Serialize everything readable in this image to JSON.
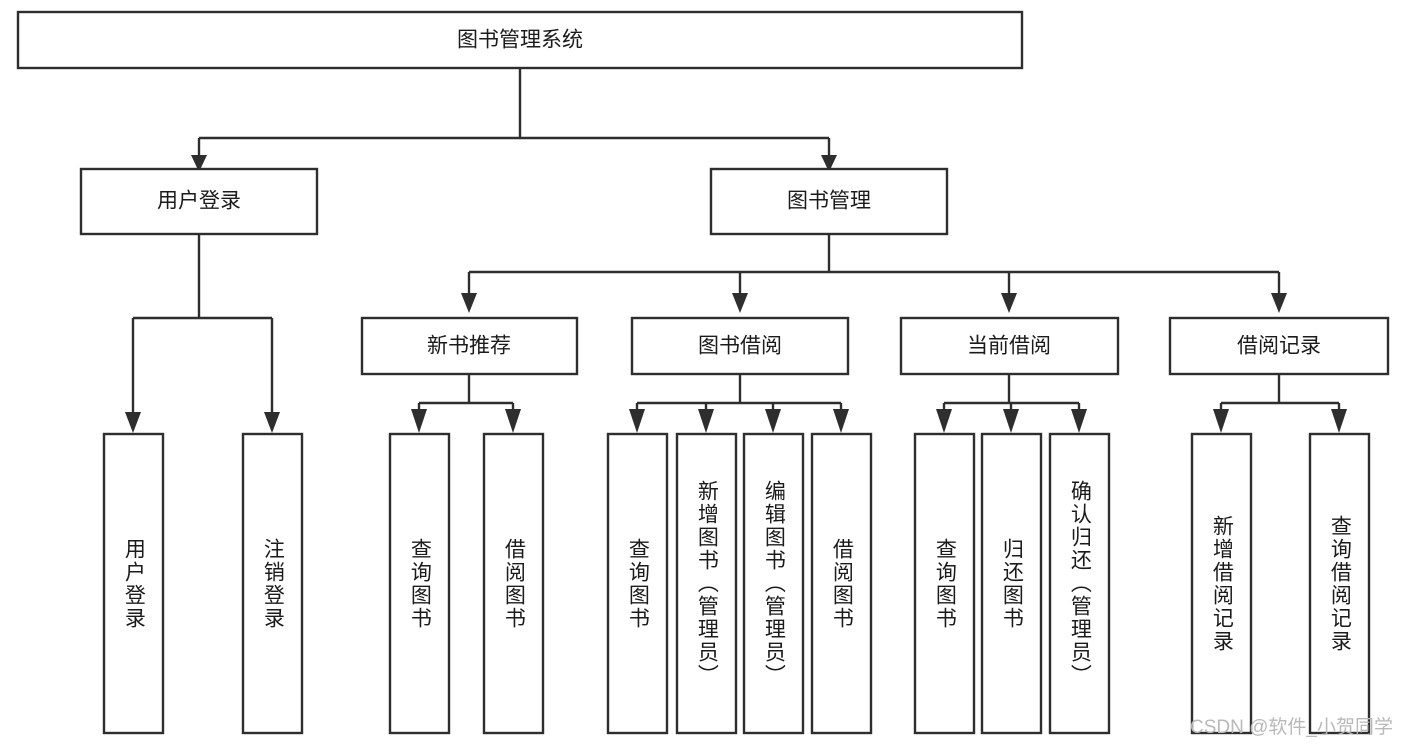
{
  "diagram": {
    "type": "tree-hierarchy",
    "title": "图书管理系统",
    "watermark": "CSDN @软件_小贺同学",
    "colors": {
      "stroke": "#2e2e2e",
      "fill": "#ffffff",
      "text": "#1b1b1b",
      "watermark": "#b9b9b9",
      "background": "#ffffff"
    },
    "root": {
      "label": "图书管理系统"
    },
    "level2": [
      {
        "label": "用户登录"
      },
      {
        "label": "图书管理"
      }
    ],
    "level3": [
      {
        "label": "新书推荐"
      },
      {
        "label": "图书借阅"
      },
      {
        "label": "当前借阅"
      },
      {
        "label": "借阅记录"
      }
    ],
    "leaves": {
      "user_login": [
        {
          "label": "用户登录"
        },
        {
          "label": "注销登录"
        }
      ],
      "new_book_recommend": [
        {
          "label": "查询图书"
        },
        {
          "label": "借阅图书"
        }
      ],
      "book_borrow": [
        {
          "label": "查询图书"
        },
        {
          "label": "新增图书（管理员）"
        },
        {
          "label": "编辑图书（管理员）"
        },
        {
          "label": "借阅图书"
        }
      ],
      "current_borrow": [
        {
          "label": "查询图书"
        },
        {
          "label": "归还图书"
        },
        {
          "label": "确认归还（管理员）"
        }
      ],
      "borrow_record": [
        {
          "label": "新增借阅记录"
        },
        {
          "label": "查询借阅记录"
        }
      ]
    }
  }
}
